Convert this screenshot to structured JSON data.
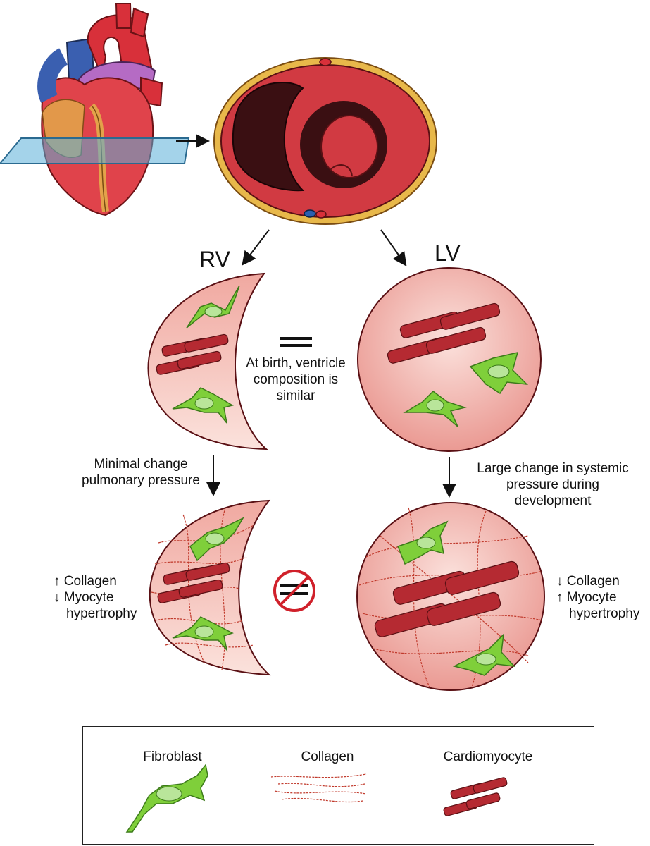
{
  "labels": {
    "rv": "RV",
    "lv": "LV",
    "birth_note": [
      "At birth, ventricle",
      "composition is",
      "similar"
    ],
    "rv_change": [
      "Minimal change",
      "pulmonary pressure"
    ],
    "lv_change": [
      "Large change in systemic",
      "pressure during",
      "development"
    ],
    "rv_result": [
      "↑ Collagen",
      "↓ Myocyte",
      "hypertrophy"
    ],
    "lv_result": [
      "↓ Collagen",
      "↑ Myocyte",
      "hypertrophy"
    ]
  },
  "legend": {
    "fibroblast": "Fibroblast",
    "collagen": "Collagen",
    "cardiomyocyte": "Cardiomyocyte"
  },
  "colors": {
    "myocardium": "#c8363e",
    "fat": "#e8b84a",
    "fibroblast": "#7fcf3a",
    "tissue_pink": "#f2b9b3",
    "collagen": "#c0392b",
    "glass_plane": "#5aaed8",
    "prohibit_red": "#d0202a"
  },
  "icons": [
    "heart-illustration",
    "cross-section",
    "equals-sign",
    "not-equal-sign"
  ]
}
